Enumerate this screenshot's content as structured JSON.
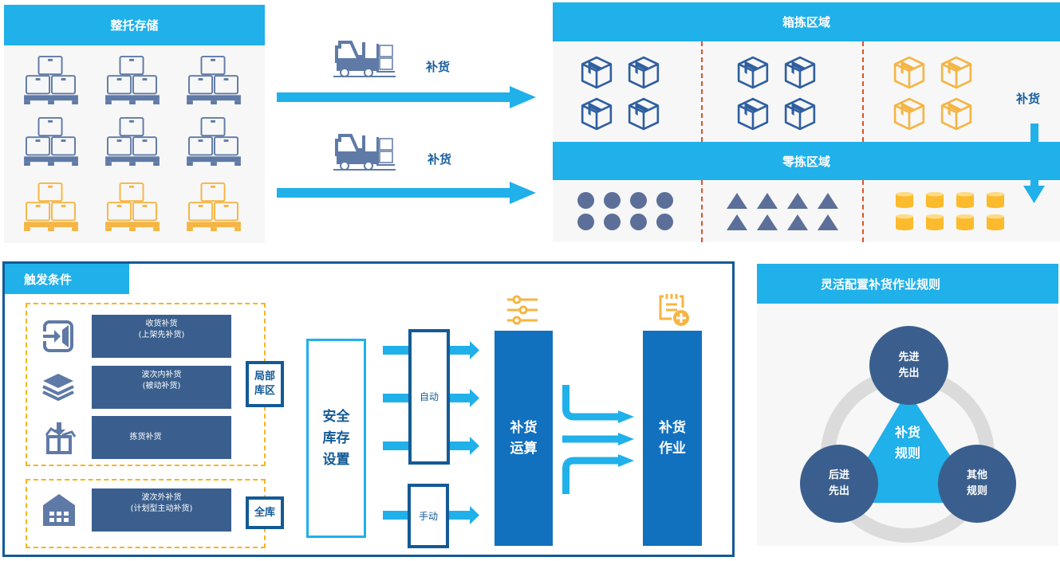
{
  "pallet_storage": {
    "title": "整托存储",
    "rows": [
      {
        "color": "#5f7aa6",
        "count": 3
      },
      {
        "color": "#5f7aa6",
        "count": 3
      },
      {
        "color": "#f5b544",
        "count": 3
      }
    ]
  },
  "transfers": [
    {
      "label": "补货",
      "icon": "forklift-icon"
    },
    {
      "label": "补货",
      "icon": "forklift-icon"
    }
  ],
  "case_pick_zone": {
    "title": "箱拣区域",
    "sections": [
      {
        "icon": "box-icon",
        "color": "#2f5fa0",
        "count": 4
      },
      {
        "icon": "box-icon",
        "color": "#2f5fa0",
        "count": 4
      },
      {
        "icon": "box-icon",
        "color": "#f5b544",
        "count": 4
      }
    ],
    "replenish_label": "补货"
  },
  "piece_pick_zone": {
    "title": "零拣区域",
    "sections": [
      {
        "icon": "circle-icon",
        "color": "#5b6f99",
        "count": 8
      },
      {
        "icon": "triangle-icon",
        "color": "#5b6f99",
        "count": 8
      },
      {
        "icon": "cylinder-icon",
        "color": "#fbbb2c",
        "count": 8
      }
    ]
  },
  "triggers": {
    "title": "触发条件",
    "local_group": {
      "scope_label": "局部库区",
      "scope_lines": [
        "局部",
        "库区"
      ],
      "items": [
        {
          "icon": "inbound-icon",
          "lines": [
            "收货补货",
            "(上架先补货)"
          ]
        },
        {
          "icon": "layers-icon",
          "lines": [
            "波次内补货",
            "(被动补货)"
          ]
        },
        {
          "icon": "open-box-icon",
          "lines": [
            "拣货补货"
          ]
        }
      ]
    },
    "global_group": {
      "scope_label": "全库",
      "items": [
        {
          "icon": "warehouse-icon",
          "lines": [
            "波次外补货",
            "(计划型主动补货)"
          ]
        }
      ]
    },
    "safety_stock": {
      "lines": [
        "安全",
        "库存",
        "设置"
      ]
    },
    "auto_label": "自动",
    "manual_label": "手动",
    "calc": {
      "lines": [
        "补货",
        "运算"
      ],
      "icon": "sliders-icon"
    },
    "task": {
      "lines": [
        "补货",
        "作业"
      ],
      "icon": "clipboard-add-icon"
    }
  },
  "rules": {
    "title": "灵活配置补货作业规则",
    "center": [
      "补货",
      "规则"
    ],
    "nodes": [
      {
        "lines": [
          "先进",
          "先出"
        ]
      },
      {
        "lines": [
          "后进",
          "先出"
        ]
      },
      {
        "lines": [
          "其他",
          "规则"
        ]
      }
    ]
  },
  "colors": {
    "header_blue": "#20b0ea",
    "dark_navy": "#135a96",
    "box_navy": "#3a5f8e",
    "column_blue": "#1171bf",
    "accent_orange": "#f5b544",
    "divider_red": "#e0522a"
  }
}
